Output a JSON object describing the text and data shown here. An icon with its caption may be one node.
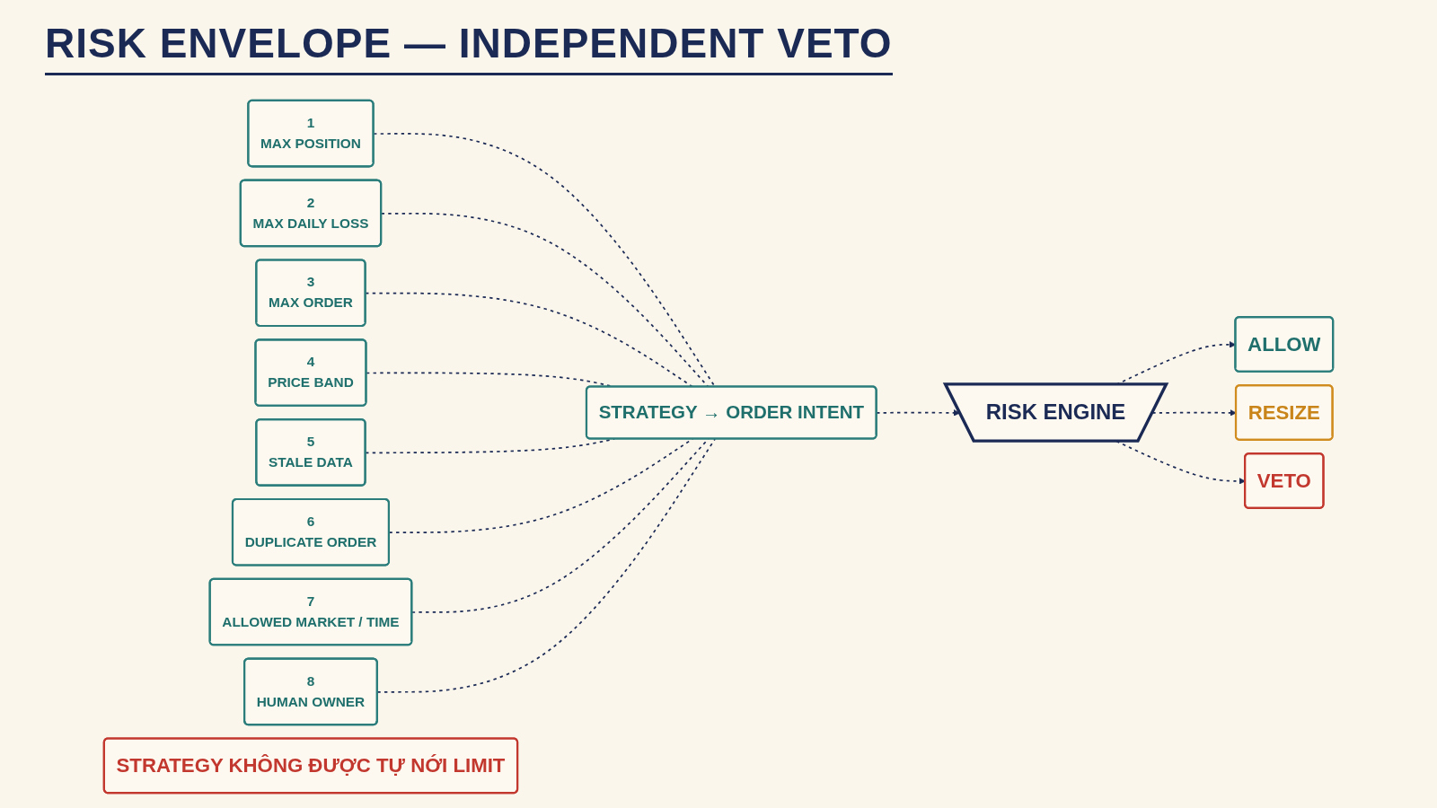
{
  "diagram": {
    "title": "RISK ENVELOPE — INDEPENDENT VETO",
    "nodes": [
      {
        "text": [
          "1",
          "MAX POSITION"
        ]
      },
      {
        "text": [
          "2",
          "MAX DAILY LOSS"
        ]
      },
      {
        "text": [
          "3",
          "MAX ORDER"
        ]
      },
      {
        "text": [
          "4",
          "PRICE BAND"
        ]
      },
      {
        "text": [
          "STRATEGY → ORDER INTENT"
        ]
      },
      {
        "text": [
          "RISK ENGINE"
        ]
      },
      {
        "text": [
          "ALLOW"
        ]
      },
      {
        "text": [
          "RESIZE"
        ]
      },
      {
        "text": [
          "VETO"
        ]
      },
      {
        "text": [
          "5",
          "STALE DATA"
        ]
      },
      {
        "text": [
          "6",
          "DUPLICATE ORDER"
        ]
      },
      {
        "text": [
          "7",
          "ALLOWED MARKET / TIME"
        ]
      },
      {
        "text": [
          "8",
          "HUMAN OWNER"
        ]
      },
      {
        "text": [
          "STRATEGY KHÔNG ĐƯỢC TỰ NỚI LIMIT"
        ]
      }
    ],
    "edges": [
      {
        "from": 0,
        "to": 4,
        "arrow": "none",
        "style": "dashed"
      },
      {
        "from": 1,
        "to": 4,
        "arrow": "none",
        "style": "dashed"
      },
      {
        "from": 2,
        "to": 4,
        "arrow": "none",
        "style": "dashed"
      },
      {
        "from": 3,
        "to": 4,
        "arrow": "none",
        "style": "dashed"
      },
      {
        "from": 9,
        "to": 4,
        "arrow": "none",
        "style": "dashed"
      },
      {
        "from": 10,
        "to": 4,
        "arrow": "none",
        "style": "dashed"
      },
      {
        "from": 11,
        "to": 4,
        "arrow": "none",
        "style": "dashed"
      },
      {
        "from": 12,
        "to": 4,
        "arrow": "none",
        "style": "dashed"
      },
      {
        "from": 4,
        "to": 5,
        "arrow": "to",
        "style": "dashed"
      },
      {
        "from": 5,
        "to": 6,
        "arrow": "to",
        "style": "dashed"
      },
      {
        "from": 5,
        "to": 7,
        "arrow": "to",
        "style": "dashed"
      },
      {
        "from": 5,
        "to": 8,
        "arrow": "to",
        "style": "dashed"
      }
    ]
  }
}
